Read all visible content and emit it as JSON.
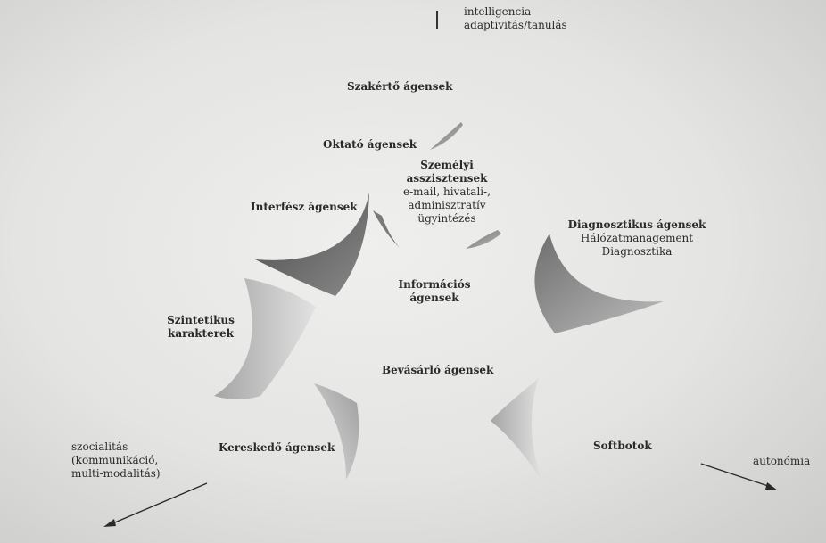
{
  "top_note": {
    "line1": "intelligencia",
    "line2": "adaptivitás/tanulás"
  },
  "labels": {
    "szakerto": "Szakértő ágensek",
    "oktato": "Oktató ágensek",
    "szemelyi": {
      "line1": "Személyi",
      "line2": "asszisztensek",
      "line3": "e-mail, hivatali-,",
      "line4": "adminisztratív",
      "line5": "ügyintézés"
    },
    "interfesz": "Interfész ágensek",
    "diagnosztikus": {
      "line1": "Diagnosztikus ágensek",
      "line2": "Hálózatmanagement",
      "line3": "Diagnosztika"
    },
    "informacios": {
      "line1": "Információs",
      "line2": "ágensek"
    },
    "szintetikus": {
      "line1": "Szintetikus",
      "line2": "karakterek"
    },
    "bevasarlo": "Bevásárló ágensek",
    "kereskedo": "Kereskedő ágensek",
    "softbotok": "Softbotok"
  },
  "axes": {
    "left": {
      "line1": "szocialitás",
      "line2": "(kommunikáció,",
      "line3": "multi-modalitás)"
    },
    "right": "autonómia"
  },
  "colors": {
    "ink": "#2a2a2a",
    "petal_dark": "#5c5c5c",
    "petal_light": "#d6d6d6"
  }
}
